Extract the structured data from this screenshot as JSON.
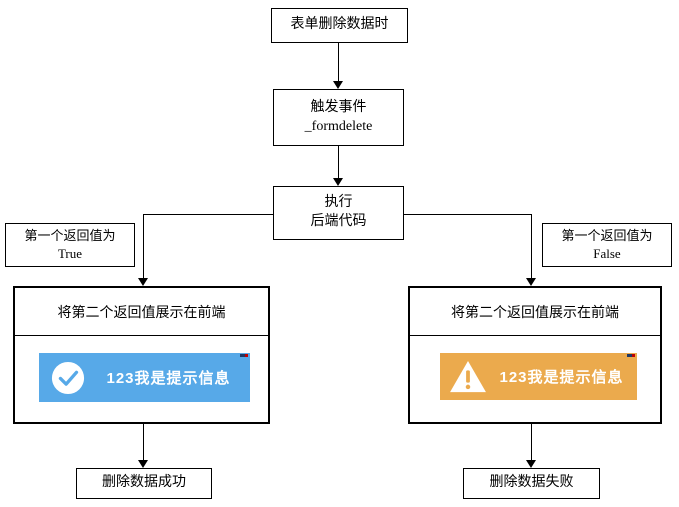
{
  "diagram": {
    "type": "flowchart",
    "nodes": {
      "start": {
        "label": "表单删除数据时"
      },
      "trigger": {
        "line1": "触发事件",
        "line2": "_formdelete"
      },
      "execute": {
        "line1": "执行",
        "line2": "后端代码"
      },
      "branch_true": {
        "line1": "第一个返回值为",
        "line2": "True"
      },
      "branch_false": {
        "line1": "第一个返回值为",
        "line2": "False"
      },
      "show_left": {
        "title": "将第二个返回值展示在前端"
      },
      "show_right": {
        "title": "将第二个返回值展示在前端"
      },
      "success": {
        "label": "删除数据成功"
      },
      "fail": {
        "label": "删除数据失败"
      }
    },
    "toasts": {
      "success": {
        "text": "123我是提示信息",
        "type": "success",
        "icon": "check-circle",
        "bg": "#57a9e8"
      },
      "warning": {
        "text": "123我是提示信息",
        "type": "warning",
        "icon": "warning-triangle",
        "bg": "#ebaa4d"
      }
    },
    "colors": {
      "line": "#000000",
      "node_bg": "#ffffff",
      "toast_text": "#ffffff",
      "success_blue": "#57a9e8",
      "warning_orange": "#ebaa4d"
    }
  }
}
